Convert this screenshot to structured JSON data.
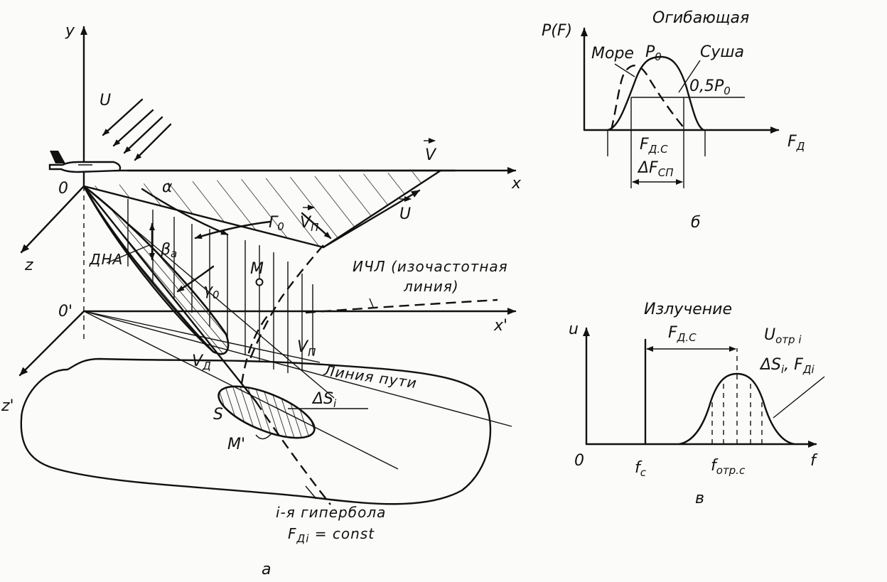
{
  "panel_a": {
    "axis_y": "y",
    "axis_x": "x",
    "axis_z": "z",
    "axis_x2": "x'",
    "axis_z2": "z'",
    "origin": "0",
    "origin2": "0'",
    "vec_U_top": "U",
    "vec_V": "V",
    "vec_U": "U",
    "alpha": "α",
    "gamma0": "Γ",
    "gamma0_sub": "0",
    "v_p": "V",
    "v_p_sub": "П",
    "v_p2": "V",
    "v_p2_sub": "П",
    "dna": "ДНА",
    "beta_a": "β",
    "beta_a_sub": "a",
    "gamma_small": "γ",
    "gamma_small_sub": "0",
    "point_M": "M",
    "point_M2": "M'",
    "point_S": "S",
    "v_d": "V",
    "v_d_sub": "Д",
    "delta_s": "ΔS",
    "delta_s_sub": "i",
    "ichl_line1": "ИЧЛ (изочастотная",
    "ichl_line2": "линия)",
    "path_line": "Линия пути",
    "hyperbola_line1": "i-я гипербола",
    "hyperbola_f": "F",
    "hyperbola_f_sub": "Дi",
    "hyperbola_rest": " = const",
    "caption": "а"
  },
  "panel_b": {
    "title": "Огибающая",
    "y_label": "P(F)",
    "sea": "Море",
    "land": "Суша",
    "peak": "P",
    "peak_sub": "0",
    "half_level": "0,5P",
    "half_level_sub": "0",
    "f_ds": "F",
    "f_ds_sub": "Д.С",
    "delta_f": "ΔF",
    "delta_f_sub": "СП",
    "x_label": "F",
    "x_label_sub": "Д",
    "caption": "б"
  },
  "panel_v": {
    "title": "Излучение",
    "y_label": "u",
    "origin": "0",
    "f_ds": "F",
    "f_ds_sub": "Д.С",
    "u_otr": "U",
    "u_otr_sub": "отр i",
    "ds_f": "ΔS",
    "ds_f_mid": "i",
    "ds_f_rest": ", F",
    "ds_f_sub": "Дi",
    "f_c": "f",
    "f_c_sub": "c",
    "f_otr": "f",
    "f_otr_sub": "отр.с",
    "x_label": "f",
    "caption": "в"
  }
}
